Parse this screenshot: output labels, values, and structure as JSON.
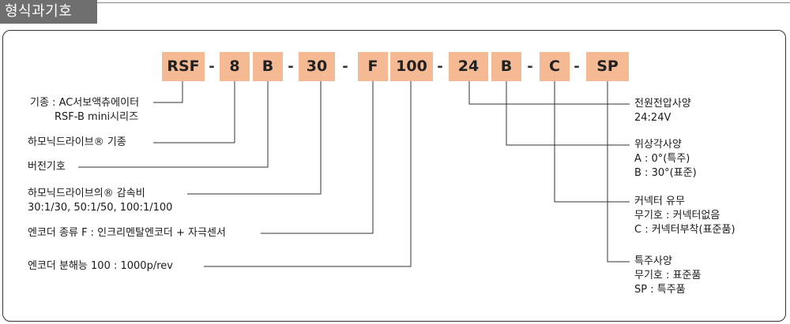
{
  "title": "형식과기호",
  "codes": [
    "RSF",
    "8",
    "B",
    "30",
    "F",
    "100",
    "24",
    "B",
    "C",
    "SP"
  ],
  "dash": "-",
  "left_labels": [
    {
      "lines": [
        "기종 : AC서보액츄에이터",
        "RSF-B mini시리즈"
      ]
    },
    {
      "lines": [
        "하모닉드라이브® 기종"
      ]
    },
    {
      "lines": [
        "버전기호"
      ]
    },
    {
      "lines": [
        "하모닉드라이브의® 감속비",
        "30:1/30, 50:1/50, 100:1/100"
      ]
    },
    {
      "lines": [
        "엔코더 종류 F : 인크리멘탈엔코더 + 자극센서"
      ]
    },
    {
      "lines": [
        "엔코더 분해능 100 : 1000p/rev"
      ]
    }
  ],
  "right_labels": [
    {
      "lines": [
        "전원전압사양",
        "24:24V"
      ]
    },
    {
      "lines": [
        "위상각사양",
        "A : 0°(특주)",
        "B : 30°(표준)"
      ]
    },
    {
      "lines": [
        "커넥터 유무",
        "무기호 : 커넥터없음",
        "C : 커넥터부착(표준품)"
      ]
    },
    {
      "lines": [
        "특주사양",
        "무기호 : 표준품",
        "SP : 특주품"
      ]
    }
  ]
}
